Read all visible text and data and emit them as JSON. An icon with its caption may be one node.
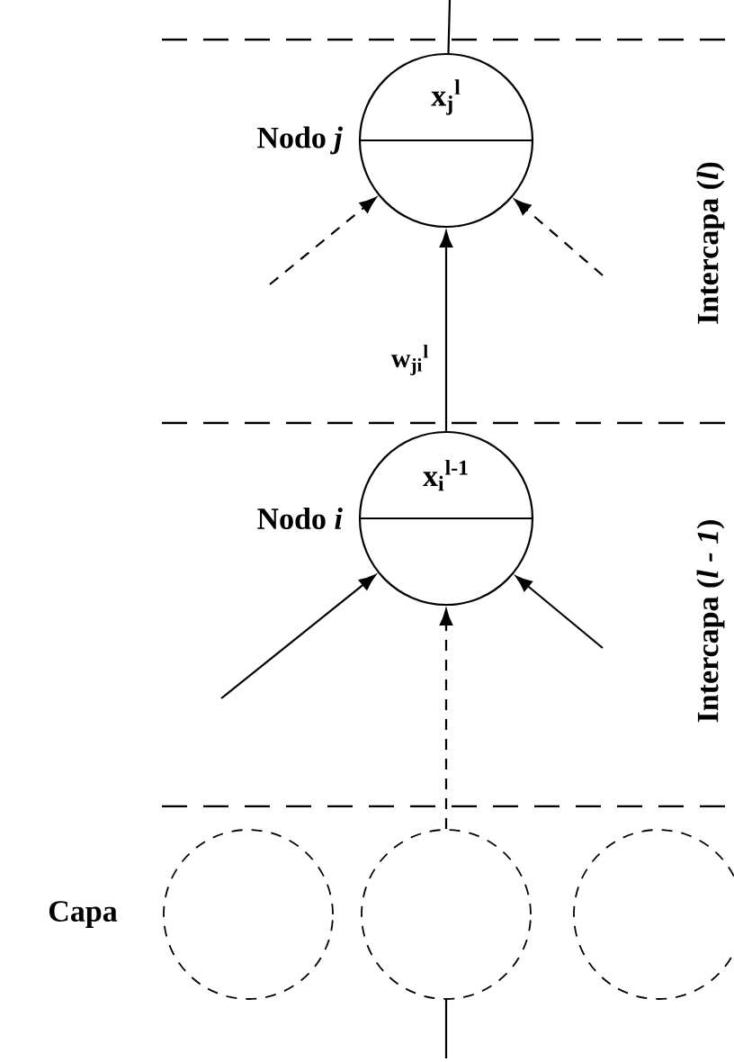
{
  "diagram": {
    "nodes": [
      {
        "text": [
          "Nodo *j*",
          "x$_{j}$$^{l}$"
        ]
      },
      {
        "text": [
          "Nodo *i*",
          "x$_{i}$$^{l-1}$"
        ]
      },
      {
        "text": [],
        "shape": "circle"
      },
      {
        "text": [],
        "shape": "circle"
      },
      {
        "text": [],
        "shape": "circle"
      }
    ],
    "edges": [
      {
        "from": 0,
        "to": null,
        "arrow": "none"
      },
      {
        "from": null,
        "to": 0,
        "arrow": "to",
        "style": "dashed"
      },
      {
        "from": 1,
        "to": 0,
        "arrow": "to",
        "label": "w$_{ji}$$^{l}$"
      },
      {
        "from": null,
        "to": 0,
        "arrow": "to",
        "style": "dashed"
      },
      {
        "from": null,
        "to": 1,
        "arrow": "to"
      },
      {
        "from": 3,
        "to": 1,
        "arrow": "to",
        "style": "dashed"
      },
      {
        "from": null,
        "to": 1,
        "arrow": "to"
      },
      {
        "from": 3,
        "to": null,
        "arrow": "none"
      }
    ],
    "labels": [
      "Intercapa (*l*)",
      "Intercapa (*l - 1*)",
      "Capa"
    ]
  }
}
